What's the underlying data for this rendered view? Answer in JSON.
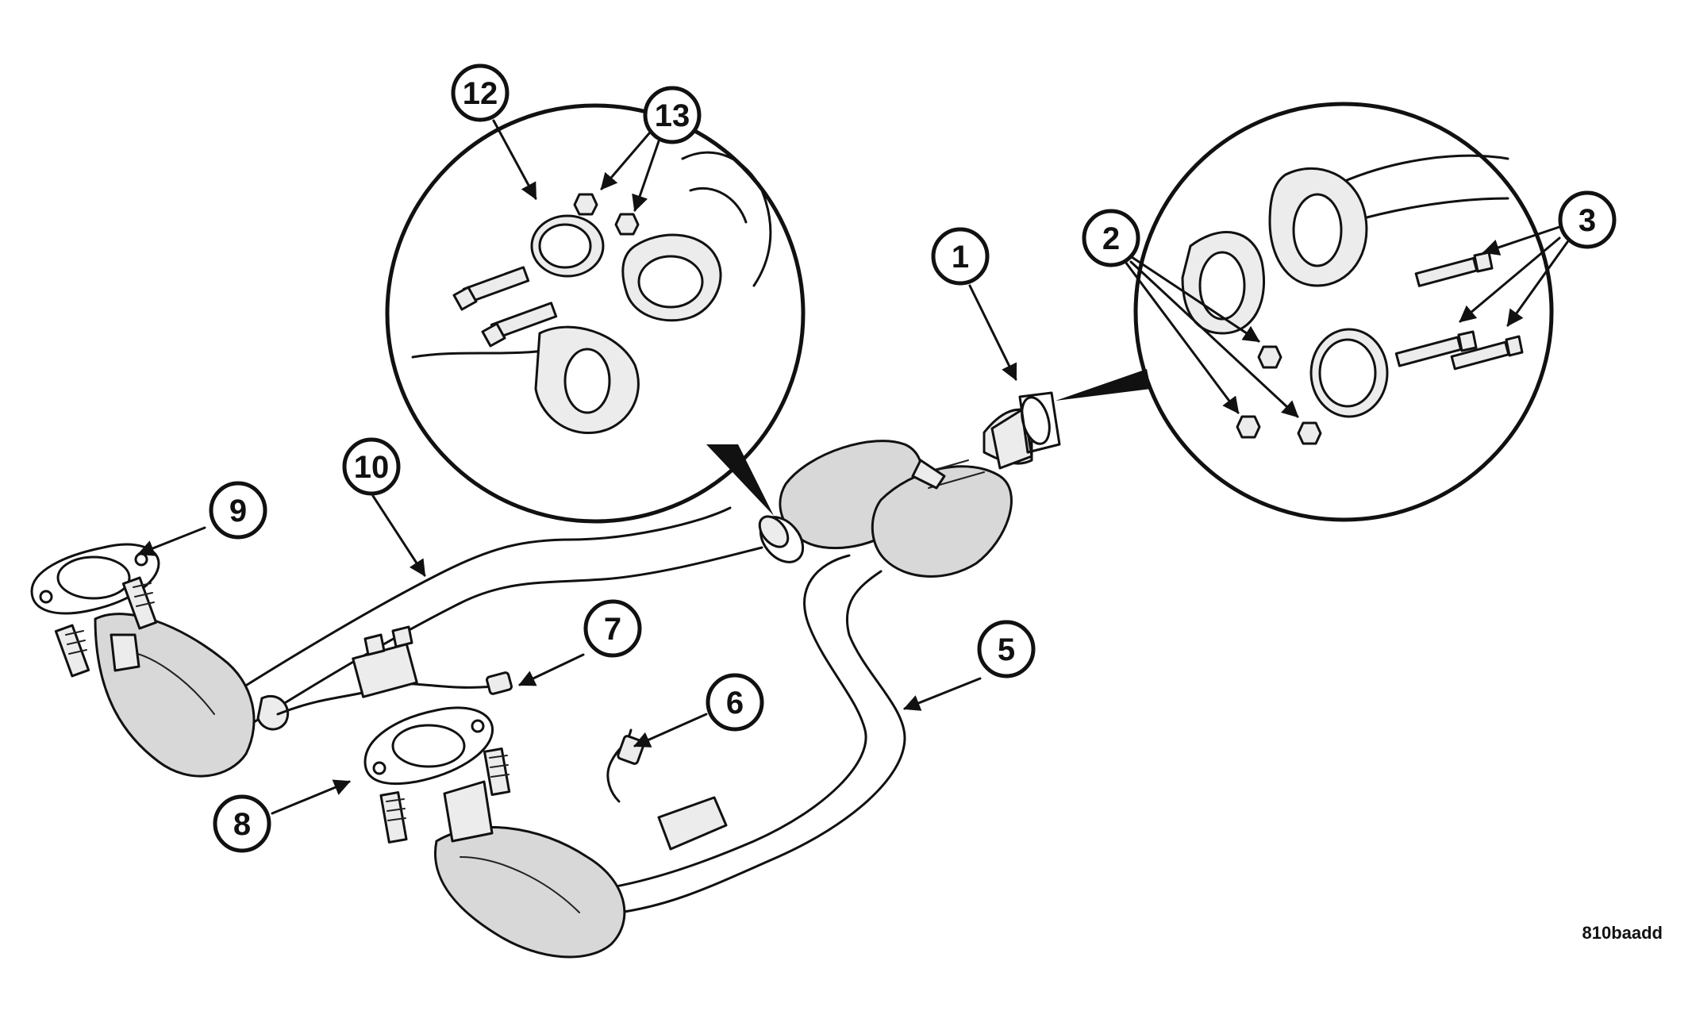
{
  "callouts": [
    {
      "label": "1"
    },
    {
      "label": "2"
    },
    {
      "label": "3"
    },
    {
      "label": "5"
    },
    {
      "label": "6"
    },
    {
      "label": "7"
    },
    {
      "label": "8"
    },
    {
      "label": "9"
    },
    {
      "label": "10"
    },
    {
      "label": "12"
    },
    {
      "label": "13"
    }
  ],
  "figure_code": "810baadd"
}
